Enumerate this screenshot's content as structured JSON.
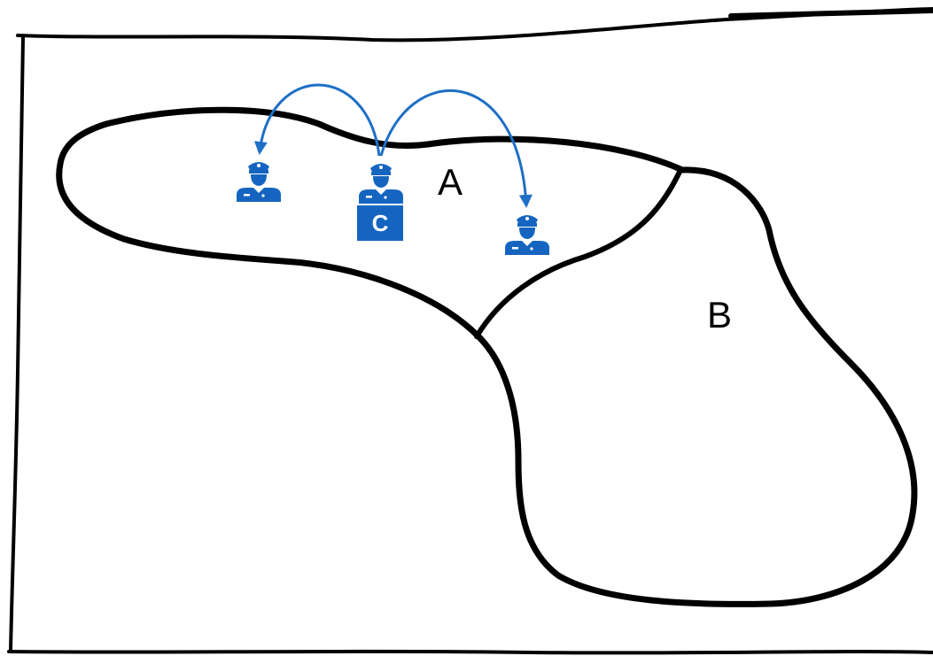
{
  "diagram": {
    "regions": [
      {
        "id": "A",
        "label": "A"
      },
      {
        "id": "B",
        "label": "B"
      }
    ],
    "officers": [
      {
        "id": "officer-left",
        "icon": "police-officer-icon"
      },
      {
        "id": "officer-center",
        "icon": "police-officer-icon",
        "badge": "C"
      },
      {
        "id": "officer-right",
        "icon": "police-officer-icon"
      }
    ],
    "arrows": [
      {
        "from": "officer-center",
        "to": "officer-left"
      },
      {
        "from": "officer-center",
        "to": "officer-right"
      }
    ]
  },
  "colors": {
    "officer": "#1565c0",
    "arrow": "#1e6fc6",
    "outline": "#000000",
    "background": "#ffffff"
  }
}
